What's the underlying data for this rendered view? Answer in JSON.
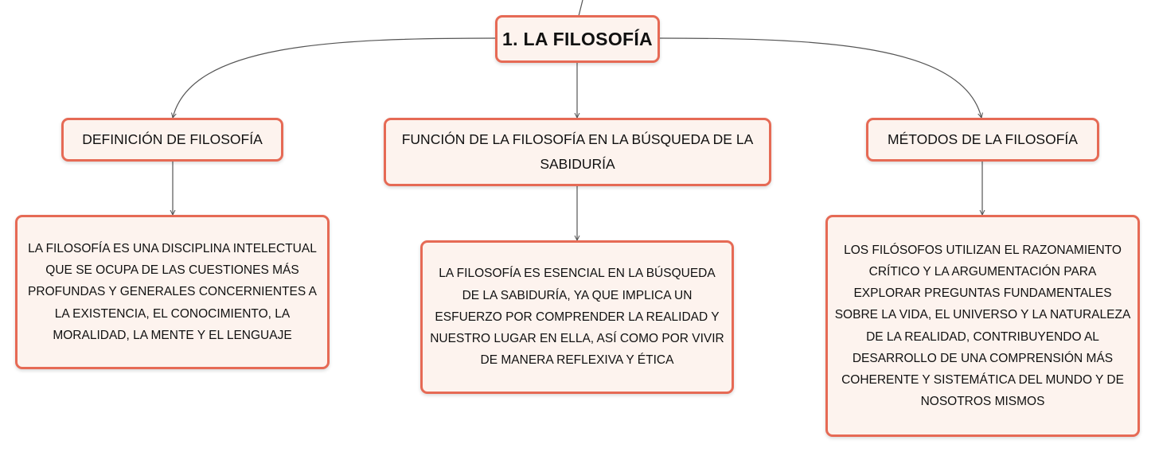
{
  "root": {
    "label": "1. La Filosofía"
  },
  "branches": [
    {
      "title": "Definición de Filosofía",
      "detail": "La filosofía es una disciplina intelectual que se ocupa de las cuestiones más profundas y generales concernientes a la existencia, el conocimiento, la moralidad, la mente y el lenguaje"
    },
    {
      "title": "Función de la filosofía en la búsqueda de la sabiduría",
      "detail": "La filosofía es esencial en la búsqueda de la sabiduría, ya que implica un esfuerzo por comprender la realidad y nuestro lugar en ella, así como por vivir de manera reflexiva y ética"
    },
    {
      "title": "Métodos de la Filosofía",
      "detail": "Los filósofos utilizan el razonamiento crítico y la argumentación para explorar preguntas fundamentales sobre la vida, el universo y la naturaleza de la realidad, contribuyendo al desarrollo de una comprensión más coherente y sistemática del mundo y de nosotros mismos"
    }
  ],
  "colors": {
    "border": "#e66a55",
    "fill": "#fdf3ee",
    "connector": "#555555"
  }
}
